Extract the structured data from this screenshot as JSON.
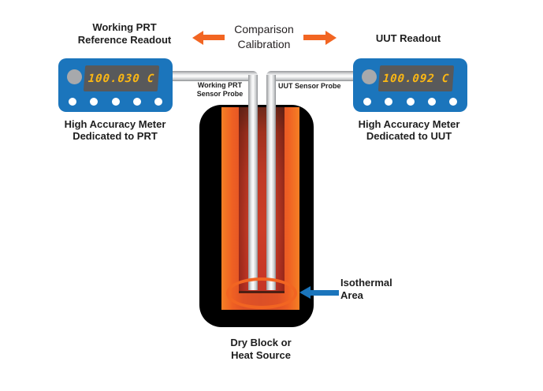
{
  "titles": {
    "left": {
      "line1": "Working PRT",
      "line2": "Reference Readout"
    },
    "right": "UUT Readout"
  },
  "comparison_box": {
    "line1": "Comparison",
    "line2": "Calibration"
  },
  "left_meter": {
    "display_value": "100.030",
    "display_unit": "C",
    "button_count": 5,
    "caption": {
      "line1": "High Accuracy Meter",
      "line2": "Dedicated to PRT"
    }
  },
  "right_meter": {
    "display_value": "100.092",
    "display_unit": "C",
    "button_count": 5,
    "caption": {
      "line1": "High Accuracy Meter",
      "line2": "Dedicated to UUT"
    }
  },
  "probe_labels": {
    "left": {
      "line1": "Working PRT",
      "line2": "Sensor Probe"
    },
    "right": "UUT Sensor Probe"
  },
  "block_caption": {
    "line1": "Dry Block or",
    "line2": "Heat Source"
  },
  "isothermal_label": {
    "line1": "Isothermal",
    "line2": "Area"
  },
  "colors": {
    "meter_body": "#1B75BC",
    "display_background": "#58595B",
    "display_digits": "#FDB813",
    "probe_tube": "#D1D3D4",
    "dry_block": "#000000",
    "well_orange": "#F26522",
    "core_red": "#C63526",
    "calibration_arrows": "#F26522",
    "isothermal_arrow": "#1B75BC",
    "isothermal_ellipse": "#F26522"
  }
}
